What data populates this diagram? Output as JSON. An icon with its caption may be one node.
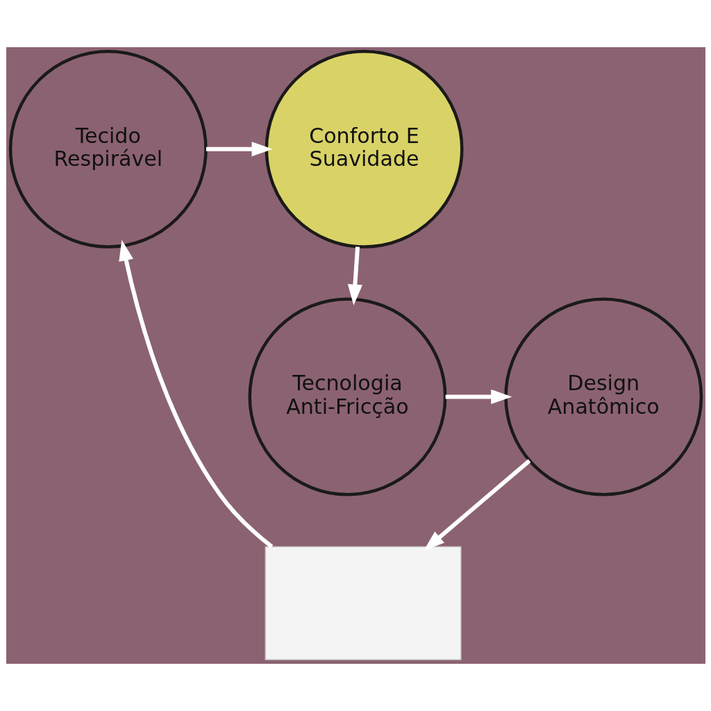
{
  "diagram": {
    "nodes": [
      {
        "text": [
          "Tecido Respirável"
        ]
      },
      {
        "text": [
          "Conforto E Suavidade"
        ]
      },
      {
        "text": [],
        "shape": "box"
      },
      {
        "text": [
          "Tecnologia Anti-Fricção"
        ]
      },
      {
        "text": [
          "Design Anatômico"
        ]
      }
    ],
    "edges": [
      {
        "from": 0,
        "to": 1,
        "arrow": "to"
      },
      {
        "from": 1,
        "to": 3,
        "arrow": "to"
      },
      {
        "from": 3,
        "to": 4,
        "arrow": "to"
      },
      {
        "from": 4,
        "to": 2,
        "arrow": "to"
      },
      {
        "from": 2,
        "to": 0,
        "arrow": "to"
      }
    ]
  }
}
